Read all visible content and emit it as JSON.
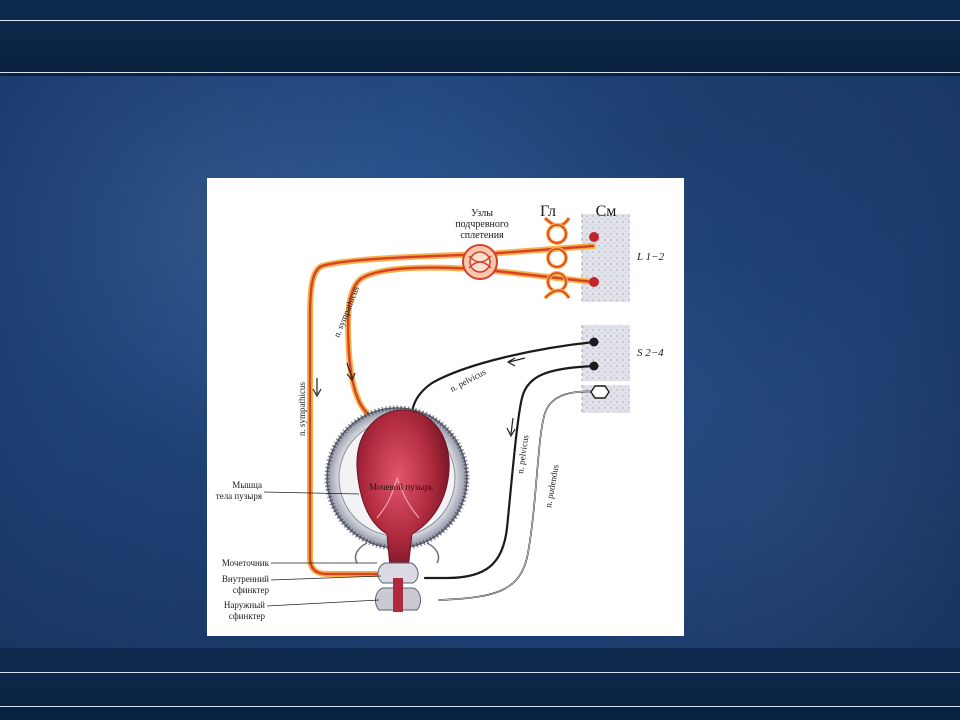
{
  "slide": {
    "colors": {
      "background": "#1f4379",
      "band": "#0e2a4e",
      "rule": "#d8e2ee"
    }
  },
  "figure": {
    "header_labels": {
      "ganglia": "Гл",
      "spinal_cord": "См"
    },
    "plexus_label": [
      "Узлы",
      "подчревного",
      "сплетения"
    ],
    "segments": {
      "lumbar": "L 1−2",
      "sacral": "S 2−4"
    },
    "nerves": {
      "sympathicus_outer": "n. sympathicus",
      "sympathicus_inner": "n. sympathicus",
      "pelvicus_upper": "n. pelvicus",
      "pelvicus_lower": "n. pelvicus",
      "pudendus": "n. pudendus"
    },
    "bladder_label": "Мочевой пузырь",
    "side_labels": {
      "muscle": [
        "Мышца",
        "тела пузыря"
      ],
      "ureter": "Мочеточник",
      "internal_sphincter": [
        "Внутренний",
        "сфинктер"
      ],
      "external_sphincter": [
        "Наружный",
        "сфинктер"
      ]
    },
    "colors": {
      "sympathetic": "#d8402a",
      "sympathetic_glow": "#f5b24a",
      "parasympathetic": "#1b1b1b",
      "bladder": "#b02a3e",
      "spinal_block": "#dcdde6"
    }
  }
}
